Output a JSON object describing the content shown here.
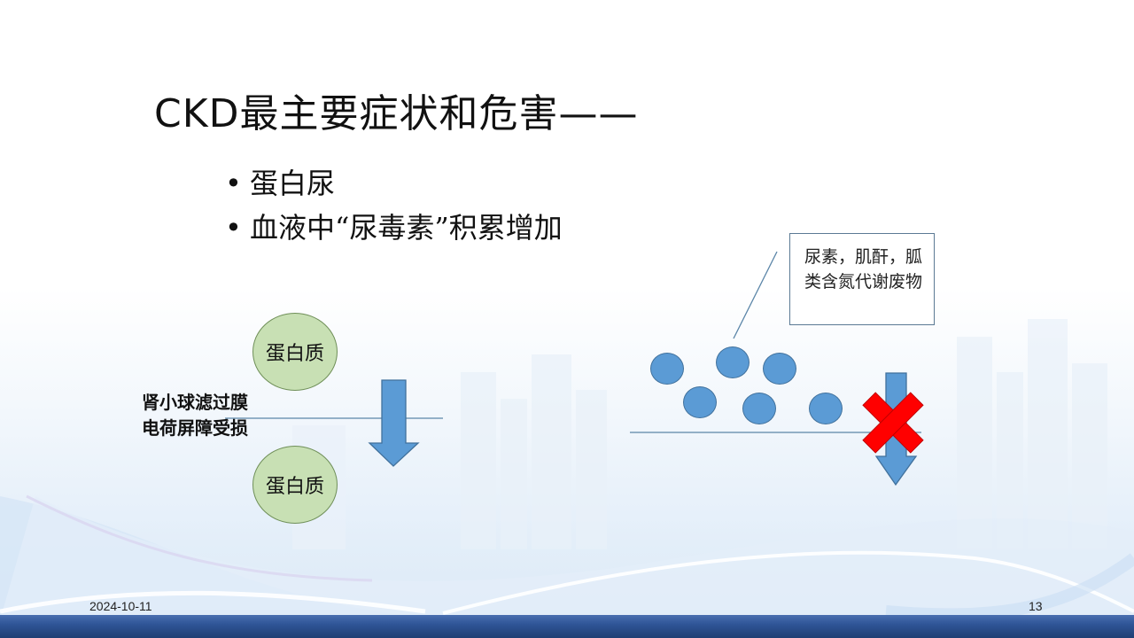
{
  "slide": {
    "title": "CKD最主要症状和危害——",
    "bullets": [
      {
        "marker": "•",
        "text": "蛋白尿"
      },
      {
        "marker": "•",
        "text": "血液中“尿毒素”积累增加"
      }
    ],
    "left_diagram": {
      "top_circle_label": "蛋白质",
      "bottom_circle_label": "蛋白质",
      "barrier_label": "肾小球滤过膜电荷屏障受损",
      "arrow": "down-arrow",
      "circle_color": "#c8e0b4"
    },
    "right_diagram": {
      "callout_text": "尿素，肌酐，胍类含氮代谢废物",
      "dot_count": 6,
      "dot_color": "#5b9bd5",
      "blocked_arrow": "down-arrow",
      "block_mark": "red-x",
      "block_color": "#ff0000"
    },
    "footer": {
      "date": "2024-10-11",
      "page_number": "13",
      "bar_color": "#2f5597"
    }
  }
}
